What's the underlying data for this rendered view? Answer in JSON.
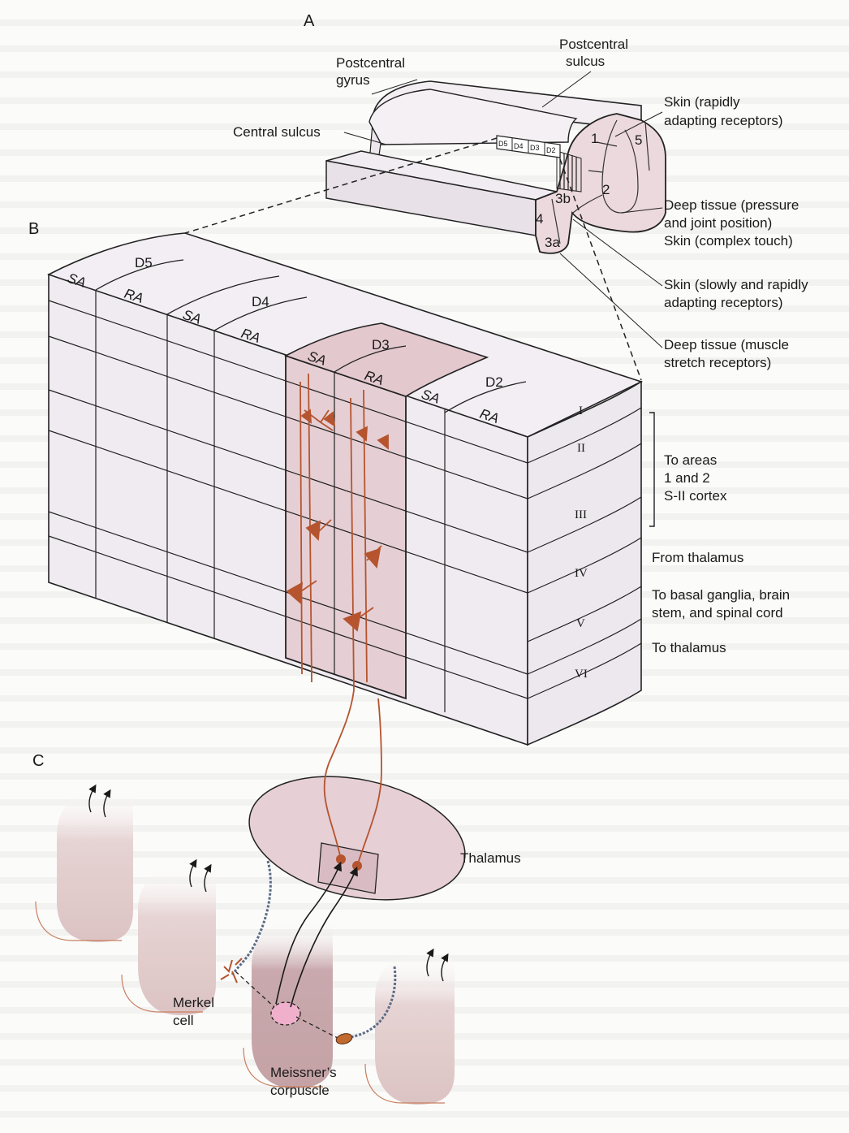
{
  "panels": {
    "a": "A",
    "b": "B",
    "c": "C"
  },
  "panel_a": {
    "postcentral_sulcus": [
      "Postcentral",
      "sulcus"
    ],
    "postcentral_gyrus": [
      "Postcentral",
      "gyrus"
    ],
    "central_sulcus": "Central sulcus",
    "areas": {
      "a1": "1",
      "a2": "2",
      "a3a": "3a",
      "a3b": "3b",
      "a4": "4",
      "a5": "5"
    },
    "mini_digits": [
      "D5",
      "D4",
      "D3",
      "D2"
    ],
    "callouts": {
      "area1": [
        "Skin (rapidly",
        "adapting receptors)"
      ],
      "area2": [
        "Deep tissue (pressure",
        "and joint position)",
        "Skin (complex touch)"
      ],
      "area3b": [
        "Skin (slowly and rapidly",
        "adapting receptors)"
      ],
      "area3a": [
        "Deep tissue (muscle",
        "stretch receptors)"
      ]
    }
  },
  "panel_b": {
    "digits": [
      "D5",
      "D4",
      "D3",
      "D2"
    ],
    "columns": [
      "SA",
      "RA",
      "SA",
      "RA",
      "SA",
      "RA",
      "SA",
      "RA"
    ],
    "layers": [
      "I",
      "II",
      "III",
      "IV",
      "V",
      "VI"
    ],
    "projections": {
      "to_areas": [
        "To areas",
        "1 and 2",
        "S-II cortex"
      ],
      "from_thalamus": "From thalamus",
      "to_basal": [
        "To basal ganglia, brain",
        "stem, and spinal cord"
      ],
      "to_thalamus": "To thalamus"
    }
  },
  "panel_c": {
    "thalamus": "Thalamus",
    "merkel": [
      "Merkel",
      "cell"
    ],
    "meissner": [
      "Meissner’s",
      "corpuscle"
    ]
  },
  "colors": {
    "accent": "#b5542e",
    "tissue": "#e6cdd2",
    "block": "#f1edf2",
    "line": "#2a2a2a"
  }
}
